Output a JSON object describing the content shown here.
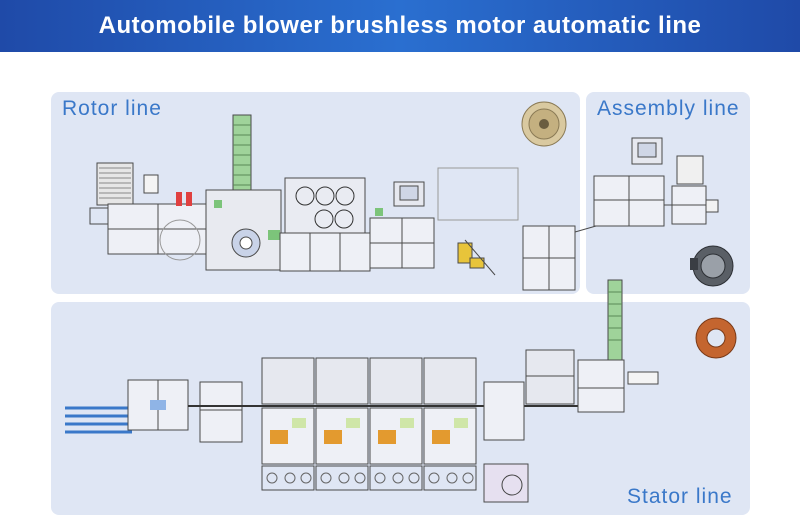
{
  "header": {
    "title": "Automobile blower brushless motor automatic line"
  },
  "sections": {
    "rotor_line": {
      "label": "Rotor line"
    },
    "assembly_line": {
      "label": "Assembly line"
    },
    "stator_line": {
      "label": "Stator line"
    }
  },
  "colors": {
    "banner": "#2a6fd0",
    "panel": "#dfe6f4",
    "label": "#3a78c9",
    "machine_line": "#4a4a4a",
    "accent_green": "#7cc47a",
    "accent_orange": "#e39a2f"
  },
  "icons": [
    "rotor-part-icon",
    "blower-motor-icon",
    "stator-part-icon"
  ]
}
